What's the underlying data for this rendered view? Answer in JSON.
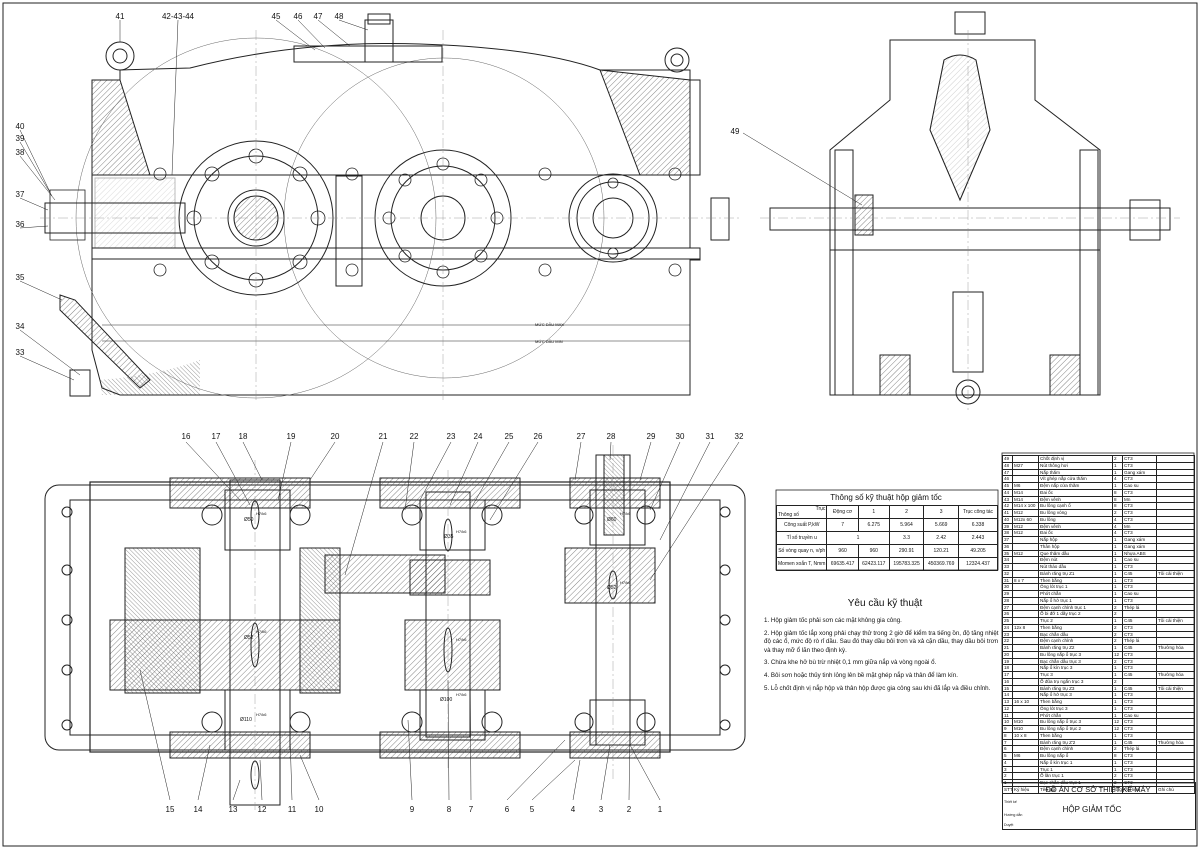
{
  "balloons_top": [
    "41",
    "42-43-44",
    "45",
    "46",
    "47",
    "48"
  ],
  "balloons_left": [
    "40",
    "39",
    "38",
    "37",
    "36",
    "35",
    "34",
    "33"
  ],
  "balloon_49": "49",
  "balloons_mid": [
    "16",
    "17",
    "18",
    "19",
    "20",
    "21",
    "22",
    "23",
    "24",
    "25",
    "26",
    "27",
    "28",
    "29",
    "30",
    "31",
    "32"
  ],
  "balloons_bottom": [
    "15",
    "14",
    "13",
    "12",
    "11",
    "10",
    "9",
    "8",
    "7",
    "6",
    "5",
    "4",
    "3",
    "2",
    "1"
  ],
  "oil_max": "MỨC DẦU MAX",
  "oil_min": "MỨC DẦU MIN",
  "fits": [
    "H7/k6",
    "H7/k6",
    "H7/k6",
    "H7/k6",
    "H7/k6",
    "H7/k6",
    "H7/k6",
    "H7/k6"
  ],
  "dims": [
    "Ø50",
    "Ø35",
    "Ø60",
    "Ø52",
    "Ø52",
    "Ø110",
    "Ø100"
  ],
  "spec": {
    "title": "Thông số kỹ thuật hộp giảm tốc",
    "corner_top": "Trục",
    "corner_bottom": "Thông số",
    "cols": [
      "Động cơ",
      "1",
      "2",
      "3",
      "Trục công tác"
    ],
    "rows": [
      {
        "label": "Công suất P,kW",
        "vals": [
          "7",
          "6.275",
          "5.964",
          "5.669",
          "6.338"
        ]
      },
      {
        "label": "Tỉ số truyền u",
        "vals": [
          "1",
          "3.3",
          "2.42",
          "2.443"
        ]
      },
      {
        "label": "Số vòng quay n, v/ph",
        "vals": [
          "960",
          "960",
          "290.91",
          "120.21",
          "49.205"
        ]
      },
      {
        "label": "Momen xoắn T, Nmm",
        "vals": [
          "69635.417",
          "62423.117",
          "195783.325",
          "450369.769",
          "12324.437"
        ]
      }
    ]
  },
  "requirements": {
    "title": "Yêu cầu kỹ thuật",
    "items": [
      "1. Hộp giảm tốc phải sơn các mặt không gia công.",
      "2. Hộp giảm tốc lắp xong phải chạy thử trong 2 giờ để kiểm tra tiếng ồn, độ tăng nhiệt độ các ổ, mức độ rò rỉ dầu. Sau đó thay dầu bôi trơn và xả cặn dầu, thay dầu bôi trơn và thay mỡ ổ lăn theo định kỳ.",
      "3. Chừa khe hở bù trừ nhiệt 0,1 mm giữa nắp và vòng ngoài ổ.",
      "4. Bôi sơn hoặc thủy tinh lỏng lên bề mặt ghép nắp và thân để làm kín.",
      "5. Lỗ chốt định vị nắp hộp và thân hộp được gia công sau khi đã lắp và điều chỉnh."
    ]
  },
  "bom": [
    [
      "49",
      "",
      "Chốt định vị",
      "2",
      "CT3",
      ""
    ],
    [
      "48",
      "M27",
      "Nút thông hơi",
      "1",
      "CT3",
      ""
    ],
    [
      "47",
      "",
      "Nắp thăm",
      "1",
      "Gang xám",
      ""
    ],
    [
      "46",
      "",
      "Vít ghép nắp cửa thăm",
      "4",
      "CT3",
      ""
    ],
    [
      "45",
      "M6",
      "Đệm nắp cửa thăm",
      "1",
      "Cao su",
      ""
    ],
    [
      "44",
      "M14",
      "Đai ốc",
      "8",
      "CT3",
      ""
    ],
    [
      "43",
      "M14",
      "Đệm vênh",
      "8",
      "Mn",
      ""
    ],
    [
      "42",
      "M14 x 100",
      "Bu lông cạnh ổ",
      "8",
      "CT3",
      ""
    ],
    [
      "41",
      "M12",
      "Bu lông vòng",
      "2",
      "CT3",
      ""
    ],
    [
      "40",
      "M12x 60",
      "Bu lông",
      "4",
      "CT3",
      ""
    ],
    [
      "39",
      "M12",
      "Đệm vênh",
      "4",
      "Mn",
      ""
    ],
    [
      "38",
      "M12",
      "Đai ốc",
      "4",
      "CT3",
      ""
    ],
    [
      "37",
      "",
      "Nắp hộp",
      "1",
      "Gang xám",
      ""
    ],
    [
      "36",
      "",
      "Thân hộp",
      "1",
      "Gang xám",
      ""
    ],
    [
      "35",
      "M12",
      "Que thăm dầu",
      "1",
      "Nhựa ABS",
      ""
    ],
    [
      "34",
      "",
      "Đệm nút",
      "1",
      "Cao su",
      ""
    ],
    [
      "33",
      "",
      "Nút tháo dầu",
      "1",
      "CT3",
      ""
    ],
    [
      "32",
      "",
      "Bánh răng trụ Z1",
      "1",
      "C45",
      "Tôi cải thiện"
    ],
    [
      "31",
      "8 x 7",
      "Then bằng",
      "1",
      "CT3",
      ""
    ],
    [
      "30",
      "",
      "Ống lót trục 1",
      "1",
      "CT3",
      ""
    ],
    [
      "29",
      "",
      "Phớt chắn",
      "1",
      "Cao su",
      ""
    ],
    [
      "28",
      "",
      "Nắp ổ hở trục 1",
      "1",
      "CT3",
      ""
    ],
    [
      "27",
      "",
      "Đệm cạnh chỉnh trục 1",
      "2",
      "Thép lá",
      ""
    ],
    [
      "26",
      "",
      "Ổ bi đỡ 1 dãy trục 2",
      "2",
      "",
      ""
    ],
    [
      "25",
      "",
      "Trục 2",
      "1",
      "C45",
      "Tôi cải thiện"
    ],
    [
      "24",
      "12x 8",
      "Then bằng",
      "2",
      "CT3",
      ""
    ],
    [
      "23",
      "",
      "Bạc chắn dầu",
      "2",
      "CT3",
      ""
    ],
    [
      "22",
      "",
      "Đệm cạnh chỉnh",
      "2",
      "Thép lá",
      ""
    ],
    [
      "21",
      "",
      "Bánh răng trụ Z2",
      "1",
      "C45",
      "Thường hóa"
    ],
    [
      "20",
      "",
      "Bu lông nắp ổ trục 3",
      "12",
      "CT3",
      ""
    ],
    [
      "19",
      "",
      "Bạc chắn dầu trục 3",
      "2",
      "CT3",
      ""
    ],
    [
      "18",
      "",
      "Nắp ổ kín trục 3",
      "1",
      "CT3",
      ""
    ],
    [
      "17",
      "",
      "Trục 3",
      "1",
      "C45",
      "Thường hóa"
    ],
    [
      "16",
      "",
      "Ổ đũa trụ ngắn trục 3",
      "2",
      "",
      ""
    ],
    [
      "15",
      "",
      "Bánh răng trụ Z3",
      "1",
      "C45",
      "Tôi cải thiện"
    ],
    [
      "14",
      "",
      "Nắp ổ hở trục 3",
      "1",
      "CT3",
      ""
    ],
    [
      "13",
      "16 x 10",
      "Then bằng",
      "1",
      "CT3",
      ""
    ],
    [
      "12",
      "",
      "Ống lót trục 3",
      "1",
      "CT3",
      ""
    ],
    [
      "11",
      "",
      "Phớt chắn",
      "1",
      "Cao su",
      ""
    ],
    [
      "10",
      "M10",
      "Bu lông nắp ổ trục 3",
      "12",
      "CT3",
      ""
    ],
    [
      "9",
      "M10",
      "Bu lông nắp ổ trục 2",
      "12",
      "CT3",
      ""
    ],
    [
      "8",
      "10 x 8",
      "Then bằng",
      "1",
      "CT3",
      ""
    ],
    [
      "7",
      "",
      "Bánh răng trụ Z'2",
      "1",
      "C45",
      "Thường hóa"
    ],
    [
      "6",
      "",
      "Đệm cạnh chỉnh",
      "2",
      "Thép lá",
      ""
    ],
    [
      "5",
      "M6",
      "Bu lông nắp ổ",
      "8",
      "CT3",
      ""
    ],
    [
      "4",
      "",
      "Nắp ổ kín trục 1",
      "1",
      "CT3",
      ""
    ],
    [
      "3",
      "",
      "Trục 1",
      "1",
      "CT3",
      ""
    ],
    [
      "2",
      "",
      "Ổ lăn trục 1",
      "2",
      "CT3",
      ""
    ],
    [
      "1",
      "",
      "Bạc chắn dầu trục 1",
      "2",
      "CT3",
      ""
    ]
  ],
  "bom_header": [
    "STT",
    "Ký hiệu",
    "Tên gọi",
    "S.lg",
    "Vật liệu",
    "Ghi chú"
  ],
  "title_block": {
    "project": "ĐỒ ÁN CƠ SỞ THIẾT KẾ MÁY",
    "drawing": "HỘP GIẢM TỐC",
    "roles": [
      "Thiết kế",
      "Hướng dẫn",
      "Duyệt"
    ]
  }
}
